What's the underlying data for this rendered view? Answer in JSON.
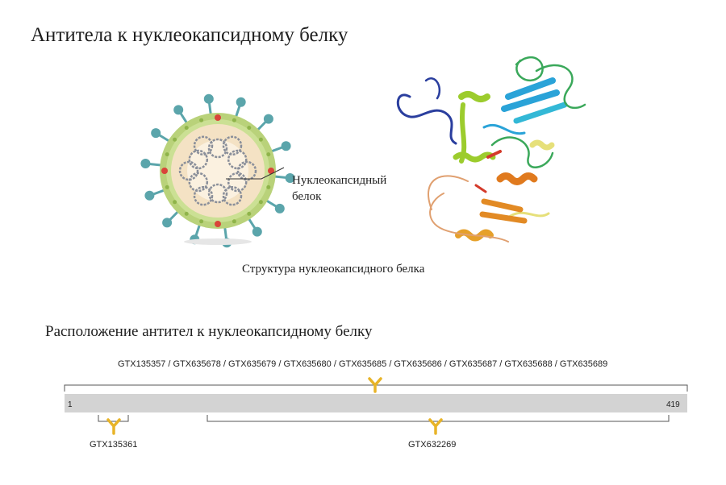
{
  "header": {
    "title": "Антитела к нуклеокапсидному белку"
  },
  "figure": {
    "virus_label_line1": "Нуклеокапсидный",
    "virus_label_line2": "белок",
    "structure_caption": "Структура нуклеокапсидного белка"
  },
  "location": {
    "title": "Расположение антител к нуклеокапсидному белку",
    "full_length_antibodies": "GTX135357 / GTX635678 / GTX635679 / GTX635680 / GTX635685 / GTX635686 / GTX635687 / GTX635688 / GTX635689",
    "sequence_start": "1",
    "sequence_end": "419",
    "n_terminal_antibody": "GTX135361",
    "c_terminal_antibody": "GTX632269"
  },
  "colors": {
    "antibody": "#e8b428",
    "bar": "#d3d3d3",
    "spike": "#5ba5ab",
    "envelope": "#b9d27a"
  }
}
